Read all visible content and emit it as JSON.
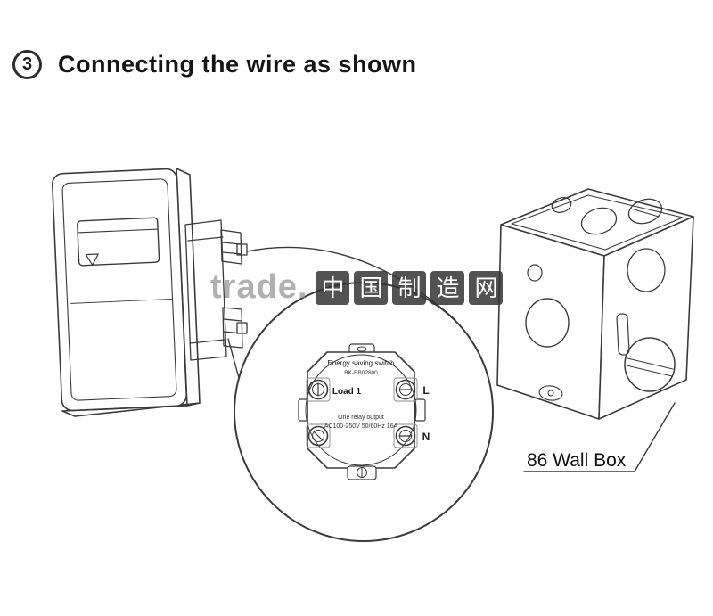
{
  "header": {
    "step_number": "3",
    "title": "Connecting the wire as shown"
  },
  "watermark": {
    "latin": "trade.",
    "cjk_chars": [
      "中",
      "国",
      "制",
      "造",
      "网"
    ]
  },
  "magnified_view": {
    "device_name": "Energy saving switch",
    "model": "BK-EB02800",
    "load_label": "Load 1",
    "terminal_l": "L",
    "terminal_n": "N",
    "relay_text": "One relay output",
    "rating_text": "AC100-250V 50/60Hz 16A"
  },
  "wall_box": {
    "label": "86 Wall Box"
  },
  "colors": {
    "line": "#3a3a3a",
    "text": "#161616",
    "watermark_box": "#343434",
    "watermark_char": "#ffffff",
    "watermark_gray": "#969696"
  }
}
